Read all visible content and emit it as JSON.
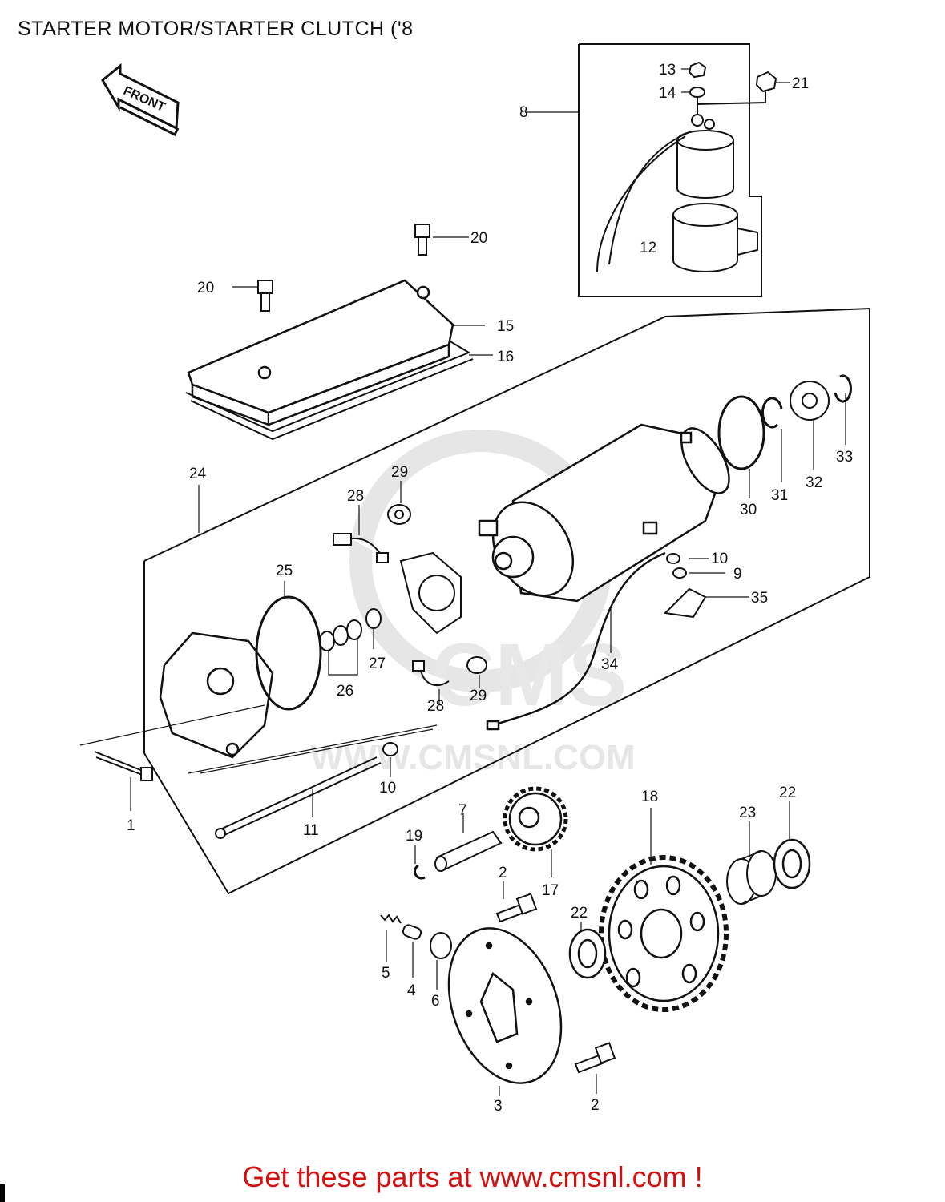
{
  "title": "STARTER MOTOR/STARTER CLUTCH ('8",
  "front_label": "FRONT",
  "watermark_text": "WWW.CMSNL.COM",
  "watermark_logo": "CMS",
  "footer": "Get these parts at www.cmsnl.com !",
  "colors": {
    "footer_text": "#d21010",
    "line": "#111111",
    "watermark": "#e6e6e6"
  },
  "parts": [
    {
      "id": "p1",
      "label": "1"
    },
    {
      "id": "p2a",
      "label": "2"
    },
    {
      "id": "p2b",
      "label": "2"
    },
    {
      "id": "p3",
      "label": "3"
    },
    {
      "id": "p4",
      "label": "4"
    },
    {
      "id": "p5",
      "label": "5"
    },
    {
      "id": "p6",
      "label": "6"
    },
    {
      "id": "p7",
      "label": "7"
    },
    {
      "id": "p8",
      "label": "8"
    },
    {
      "id": "p9",
      "label": "9"
    },
    {
      "id": "p10a",
      "label": "10"
    },
    {
      "id": "p10b",
      "label": "10"
    },
    {
      "id": "p11",
      "label": "11"
    },
    {
      "id": "p12",
      "label": "12"
    },
    {
      "id": "p13",
      "label": "13"
    },
    {
      "id": "p14",
      "label": "14"
    },
    {
      "id": "p15",
      "label": "15"
    },
    {
      "id": "p16",
      "label": "16"
    },
    {
      "id": "p17",
      "label": "17"
    },
    {
      "id": "p18",
      "label": "18"
    },
    {
      "id": "p19",
      "label": "19"
    },
    {
      "id": "p20a",
      "label": "20"
    },
    {
      "id": "p20b",
      "label": "20"
    },
    {
      "id": "p21",
      "label": "21"
    },
    {
      "id": "p22a",
      "label": "22"
    },
    {
      "id": "p22b",
      "label": "22"
    },
    {
      "id": "p23",
      "label": "23"
    },
    {
      "id": "p24",
      "label": "24"
    },
    {
      "id": "p25",
      "label": "25"
    },
    {
      "id": "p26",
      "label": "26"
    },
    {
      "id": "p27",
      "label": "27"
    },
    {
      "id": "p28a",
      "label": "28"
    },
    {
      "id": "p28b",
      "label": "28"
    },
    {
      "id": "p29a",
      "label": "29"
    },
    {
      "id": "p29b",
      "label": "29"
    },
    {
      "id": "p30",
      "label": "30"
    },
    {
      "id": "p31",
      "label": "31"
    },
    {
      "id": "p32",
      "label": "32"
    },
    {
      "id": "p33",
      "label": "33"
    },
    {
      "id": "p34",
      "label": "34"
    },
    {
      "id": "p35",
      "label": "35"
    }
  ]
}
